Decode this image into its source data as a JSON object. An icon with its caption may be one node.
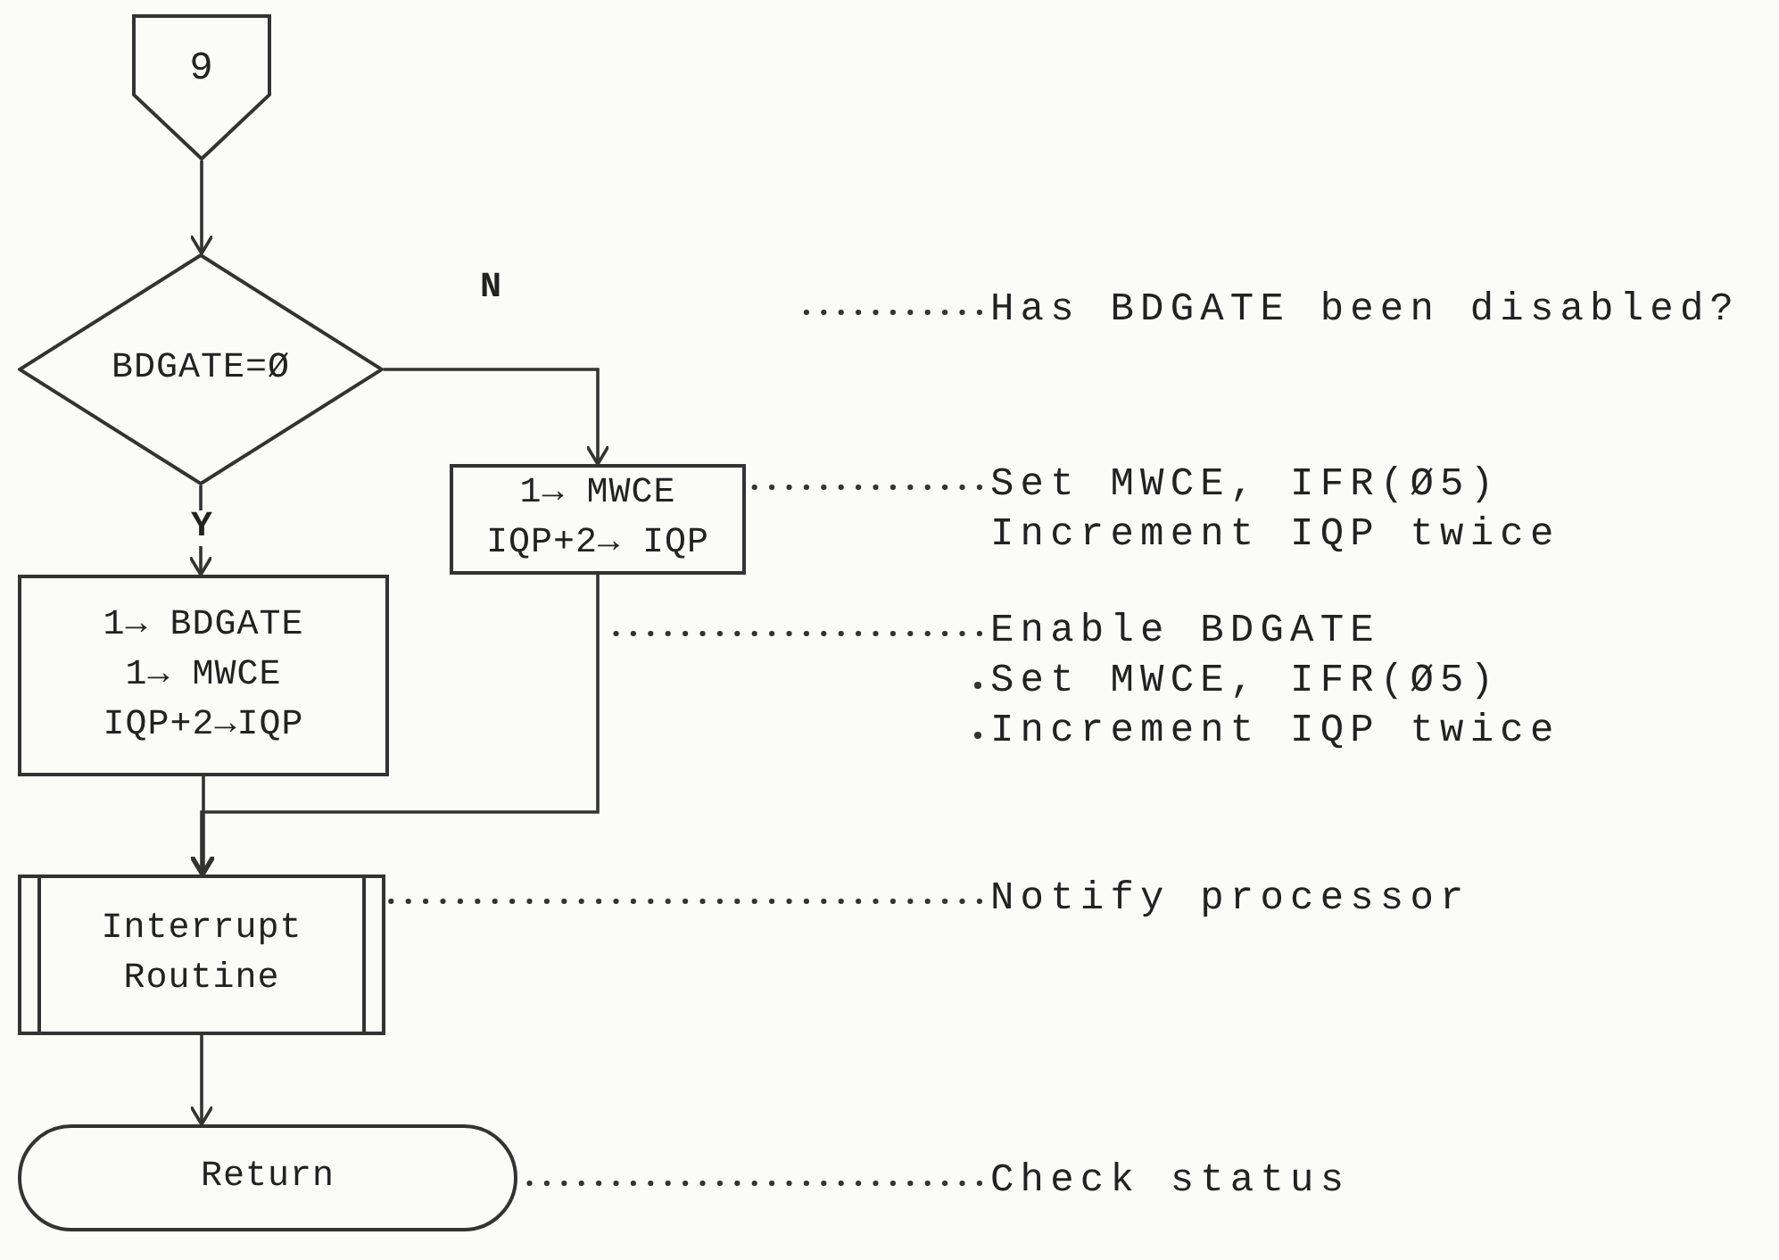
{
  "diagram": {
    "nodes": [
      {
        "text": [
          "9"
        ]
      },
      {
        "text": [
          "BDGATE=Ø"
        ]
      },
      {
        "text": [
          "1→ MWCE",
          "IQP+2→ IQP"
        ]
      },
      {
        "text": [
          "1→ BDGATE",
          "1→ MWCE",
          "IQP+2→IQP"
        ]
      },
      {
        "text": [
          "Interrupt Routine"
        ]
      },
      {
        "text": [
          "Return"
        ]
      },
      {
        "text": [
          "Has BDGATE been disabled?"
        ]
      },
      {
        "text": [
          "Set MWCE, IFR(Ø5)",
          "Increment IQP twice"
        ]
      },
      {
        "text": [
          "Enable BDGATE",
          "Set MWCE, IFR(Ø5)",
          "Increment IQP twice"
        ]
      },
      {
        "text": [
          "Notify processor"
        ]
      },
      {
        "text": [
          "Check status"
        ]
      }
    ],
    "edges": [
      {
        "from": 0,
        "to": 1,
        "arrow": "to"
      },
      {
        "from": 1,
        "to": 2,
        "arrow": "to",
        "label": "N"
      },
      {
        "from": 1,
        "to": 3,
        "arrow": "to",
        "label": "Y"
      },
      {
        "from": 2,
        "to": 4,
        "arrow": "to"
      },
      {
        "from": 3,
        "to": 4,
        "arrow": "to"
      },
      {
        "from": 4,
        "to": 5,
        "arrow": "to"
      },
      {
        "from": 6,
        "to": null,
        "arrow": "none",
        "style": "dashed"
      },
      {
        "from": 7,
        "to": 2,
        "arrow": "none",
        "style": "dashed"
      },
      {
        "from": 8,
        "to": null,
        "arrow": "none",
        "style": "dashed"
      },
      {
        "from": 9,
        "to": 4,
        "arrow": "none",
        "style": "dashed"
      },
      {
        "from": 10,
        "to": 5,
        "arrow": "none",
        "style": "dashed"
      }
    ]
  }
}
